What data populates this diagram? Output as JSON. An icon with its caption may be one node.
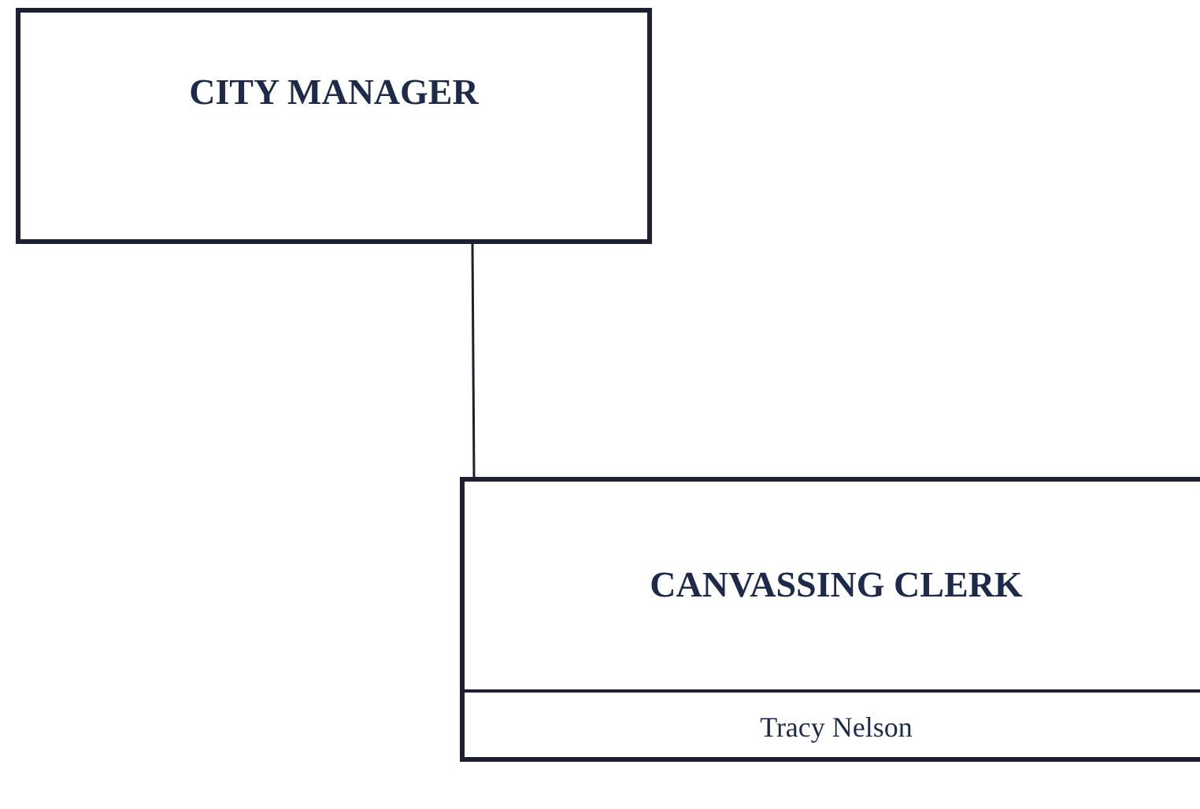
{
  "diagram": {
    "nodes": [
      {
        "text": [
          "CITY MANAGER"
        ]
      },
      {
        "text": [
          "CANVASSING CLERK",
          "Tracy Nelson"
        ]
      }
    ],
    "edges": [
      {
        "from": 0,
        "to": 1,
        "arrow": "none"
      }
    ]
  }
}
